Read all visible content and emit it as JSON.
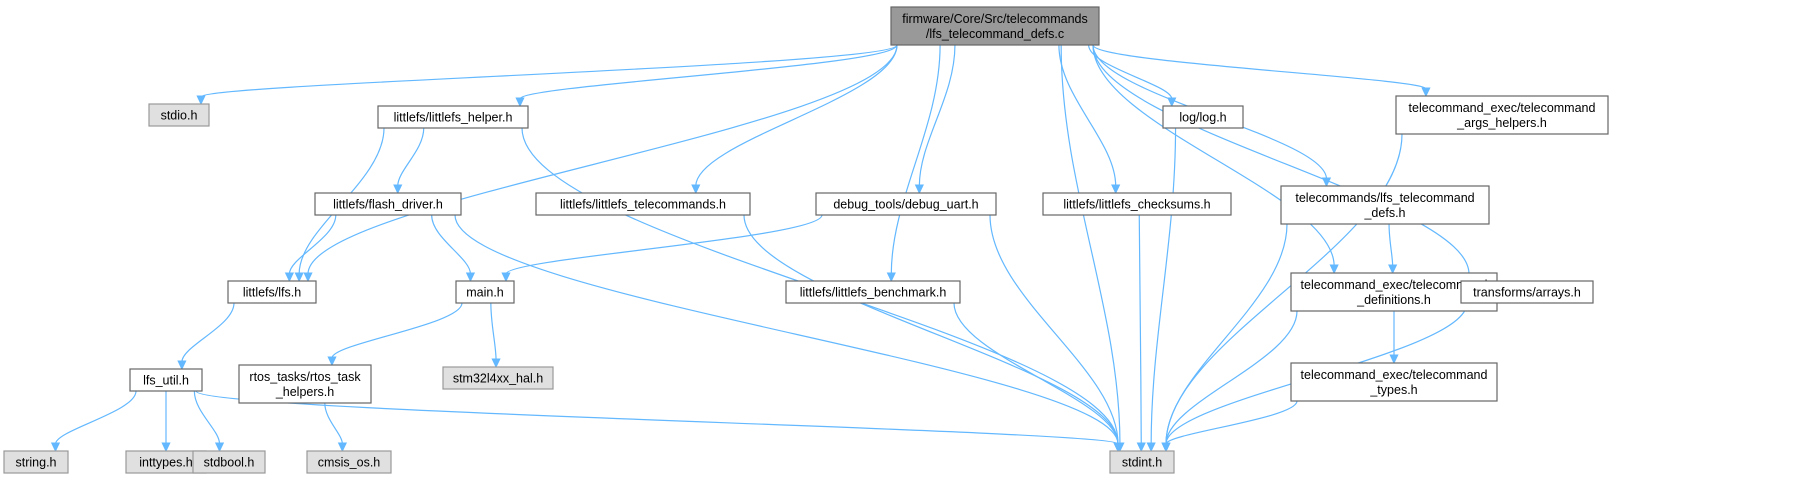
{
  "colors": {
    "edge": "#63b8ff",
    "root_fill": "#999999",
    "root_stroke": "#666666",
    "header_fill": "#e0e0e0",
    "header_stroke": "#999999",
    "node_fill": "#ffffff",
    "node_stroke": "#666666",
    "text": "#000000"
  },
  "nodes": [
    {
      "id": "root",
      "kind": "root",
      "lines": [
        "firmware/Core/Src/telecommands",
        "/lfs_telecommand_defs.c"
      ]
    },
    {
      "id": "stdio",
      "kind": "header",
      "lines": [
        "stdio.h"
      ]
    },
    {
      "id": "helper",
      "kind": "file",
      "lines": [
        "littlefs/littlefs_helper.h"
      ]
    },
    {
      "id": "loglog",
      "kind": "file",
      "lines": [
        "log/log.h"
      ]
    },
    {
      "id": "argshelpers",
      "kind": "file",
      "lines": [
        "telecommand_exec/telecommand",
        "_args_helpers.h"
      ]
    },
    {
      "id": "flashdriver",
      "kind": "file",
      "lines": [
        "littlefs/flash_driver.h"
      ]
    },
    {
      "id": "lfstele",
      "kind": "file",
      "lines": [
        "littlefs/littlefs_telecommands.h"
      ]
    },
    {
      "id": "debuguart",
      "kind": "file",
      "lines": [
        "debug_tools/debug_uart.h"
      ]
    },
    {
      "id": "checksums",
      "kind": "file",
      "lines": [
        "littlefs/littlefs_checksums.h"
      ]
    },
    {
      "id": "teledefs",
      "kind": "file",
      "lines": [
        "telecommands/lfs_telecommand",
        "_defs.h"
      ]
    },
    {
      "id": "lfsh",
      "kind": "file",
      "lines": [
        "littlefs/lfs.h"
      ]
    },
    {
      "id": "mainh",
      "kind": "file",
      "lines": [
        "main.h"
      ]
    },
    {
      "id": "benchmark",
      "kind": "file",
      "lines": [
        "littlefs/littlefs_benchmark.h"
      ]
    },
    {
      "id": "execdefs",
      "kind": "file",
      "lines": [
        "telecommand_exec/telecommand",
        "_definitions.h"
      ]
    },
    {
      "id": "arrays",
      "kind": "file",
      "lines": [
        "transforms/arrays.h"
      ]
    },
    {
      "id": "lfsutil",
      "kind": "file",
      "lines": [
        "lfs_util.h"
      ]
    },
    {
      "id": "rtos",
      "kind": "file",
      "lines": [
        "rtos_tasks/rtos_task",
        "_helpers.h"
      ]
    },
    {
      "id": "hal",
      "kind": "header",
      "lines": [
        "stm32l4xx_hal.h"
      ]
    },
    {
      "id": "exectypes",
      "kind": "file",
      "lines": [
        "telecommand_exec/telecommand",
        "_types.h"
      ]
    },
    {
      "id": "stringh",
      "kind": "header",
      "lines": [
        "string.h"
      ]
    },
    {
      "id": "inttypes",
      "kind": "header",
      "lines": [
        "inttypes.h"
      ]
    },
    {
      "id": "stdbool",
      "kind": "header",
      "lines": [
        "stdbool.h"
      ]
    },
    {
      "id": "cmsis",
      "kind": "header",
      "lines": [
        "cmsis_os.h"
      ]
    },
    {
      "id": "stdint",
      "kind": "header",
      "lines": [
        "stdint.h"
      ]
    }
  ],
  "edges": [
    [
      "root",
      "stdio"
    ],
    [
      "root",
      "helper"
    ],
    [
      "root",
      "lfsh"
    ],
    [
      "root",
      "lfstele"
    ],
    [
      "root",
      "debuguart"
    ],
    [
      "root",
      "benchmark"
    ],
    [
      "root",
      "checksums"
    ],
    [
      "root",
      "loglog"
    ],
    [
      "root",
      "teledefs"
    ],
    [
      "root",
      "execdefs"
    ],
    [
      "root",
      "argshelpers"
    ],
    [
      "root",
      "arrays"
    ],
    [
      "root",
      "stdint"
    ],
    [
      "helper",
      "flashdriver"
    ],
    [
      "helper",
      "lfsh"
    ],
    [
      "helper",
      "stdint"
    ],
    [
      "flashdriver",
      "lfsh"
    ],
    [
      "flashdriver",
      "mainh"
    ],
    [
      "flashdriver",
      "stdint"
    ],
    [
      "lfsh",
      "lfsutil"
    ],
    [
      "lfsutil",
      "stringh"
    ],
    [
      "lfsutil",
      "inttypes"
    ],
    [
      "lfsutil",
      "stdbool"
    ],
    [
      "lfsutil",
      "stdint"
    ],
    [
      "mainh",
      "rtos"
    ],
    [
      "mainh",
      "hal"
    ],
    [
      "rtos",
      "cmsis"
    ],
    [
      "debuguart",
      "mainh"
    ],
    [
      "debuguart",
      "stdint"
    ],
    [
      "lfstele",
      "stdint"
    ],
    [
      "benchmark",
      "stdint"
    ],
    [
      "checksums",
      "stdint"
    ],
    [
      "loglog",
      "stdint"
    ],
    [
      "teledefs",
      "execdefs"
    ],
    [
      "teledefs",
      "stdint"
    ],
    [
      "execdefs",
      "exectypes"
    ],
    [
      "execdefs",
      "stdint"
    ],
    [
      "exectypes",
      "stdint"
    ],
    [
      "argshelpers",
      "stdint"
    ],
    [
      "arrays",
      "stdint"
    ]
  ]
}
